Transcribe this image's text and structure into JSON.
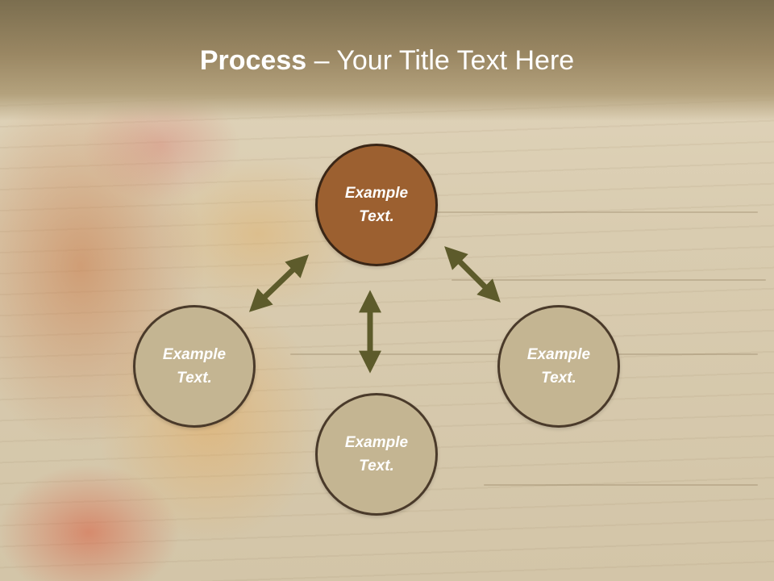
{
  "title": {
    "bold": "Process",
    "rest": " – Your Title Text Here"
  },
  "colors": {
    "header": "#9a8763",
    "center_node": "#9c6030",
    "outer_node": "#c4b592",
    "node_border": "#4a3a2a",
    "arrow": "#5d5b2b"
  },
  "nodes": {
    "top": "Example Text.",
    "left": "Example Text.",
    "right": "Example Text.",
    "bottom": "Example Text."
  }
}
